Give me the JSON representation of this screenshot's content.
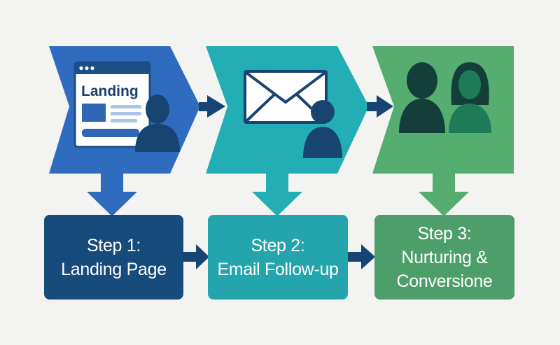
{
  "colors": {
    "background": "#f3f3f1",
    "step1_chevron": "#2f6cc0",
    "step2_chevron": "#23aeb5",
    "step3_chevron": "#55ad6f",
    "step1_box": "#174b7c",
    "step2_box": "#24a5ae",
    "step3_box": "#4e9e6b",
    "dark_navy": "#174573"
  },
  "steps": [
    {
      "icon": "landing-page-icon",
      "icon_label": "Landing",
      "title_line1": "Step 1:",
      "title_line2": "Landing Page"
    },
    {
      "icon": "envelope-icon",
      "title_line1": "Step 2:",
      "title_line2": "Email Follow-up"
    },
    {
      "icon": "people-icon",
      "title_line1": "Step 3:",
      "title_line2": "Nurturing &",
      "title_line3": "Conversione"
    }
  ]
}
